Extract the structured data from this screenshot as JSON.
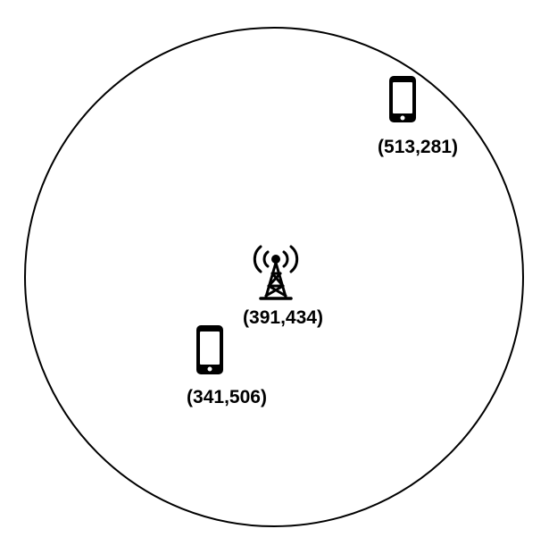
{
  "diagram": {
    "coverage_area": {
      "shape": "circle",
      "stroke_color": "#000000",
      "fill_color": "#ffffff"
    },
    "base_station": {
      "icon": "cell-tower-icon",
      "label": "(391,434)"
    },
    "devices": [
      {
        "icon": "smartphone-icon",
        "label": "(513,281)"
      },
      {
        "icon": "smartphone-icon",
        "label": "(341,506)"
      }
    ]
  }
}
